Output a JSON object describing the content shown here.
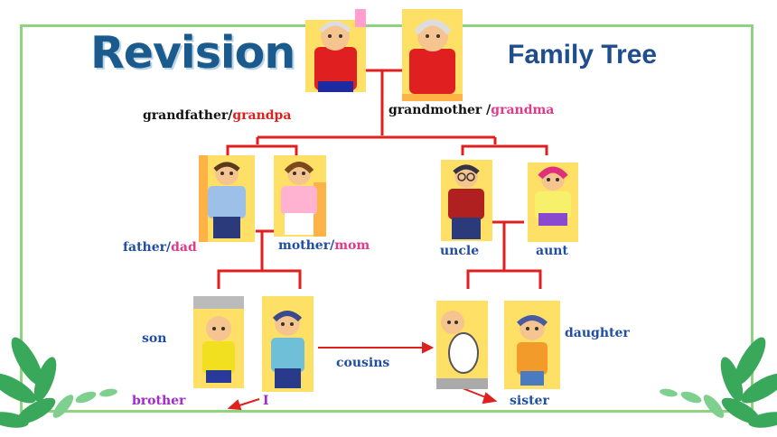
{
  "header": {
    "title": "Revision",
    "subtitle": "Family Tree"
  },
  "labels": {
    "grandfather": "grandfather/",
    "grandpa": "grandpa",
    "grandmother": "grandmother /",
    "grandma": "grandma",
    "father": "father/",
    "dad": "dad",
    "mother": "mother/",
    "mom": "mom",
    "uncle": "uncle",
    "aunt": "aunt",
    "son": "son",
    "cousins": "cousins",
    "daughter": "daughter",
    "brother": "brother",
    "i": "I",
    "sister": "sister"
  },
  "colors": {
    "frame": "#8ed47f",
    "tree_line": "#e0201e",
    "title": "#1b5a8c",
    "label_blue": "#1f4ea3",
    "label_pink": "#e03a8a",
    "label_purple": "#a22acb"
  }
}
